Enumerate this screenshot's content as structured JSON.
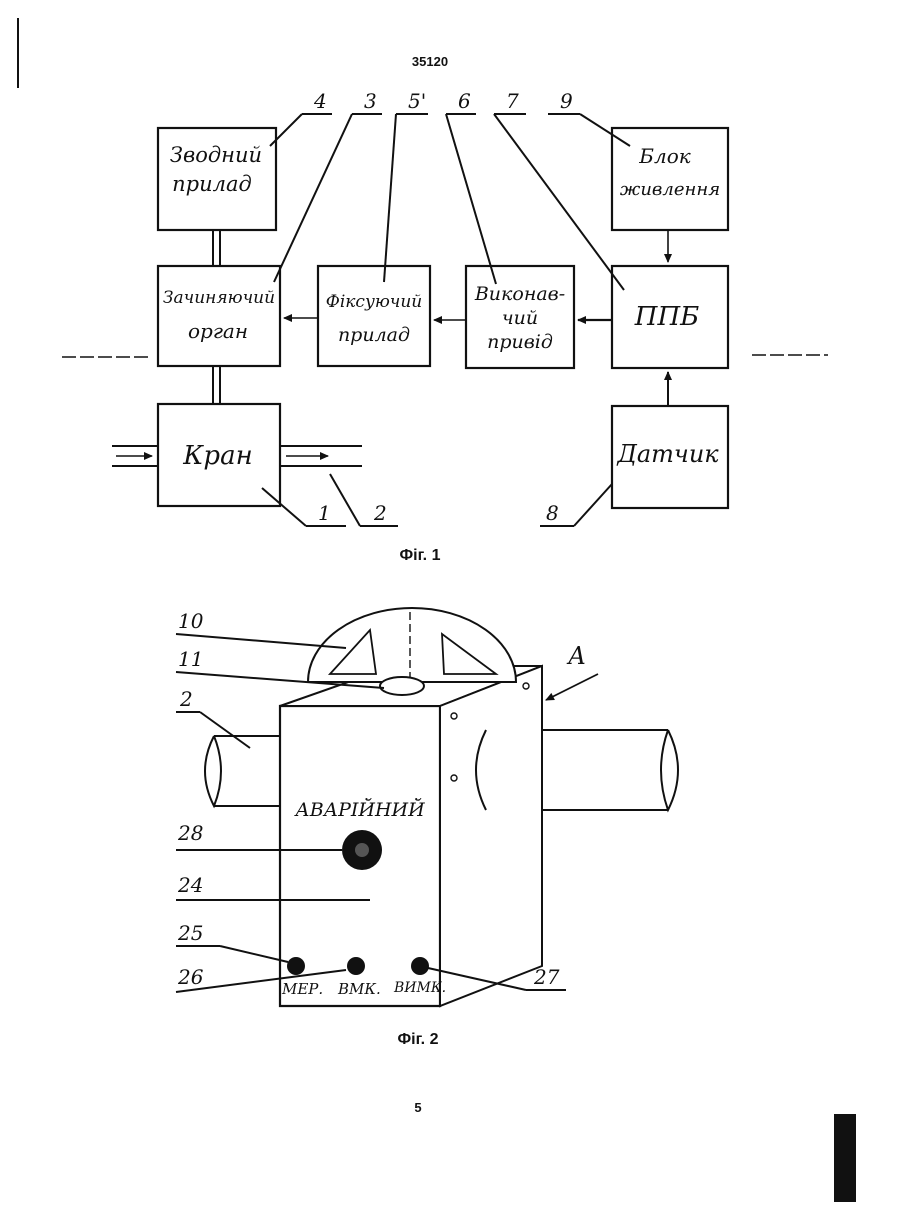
{
  "header": {
    "doc_number": "35120"
  },
  "fig1": {
    "caption": "Фіг. 1",
    "blocks": {
      "svodny": [
        "Зводний",
        "прилад"
      ],
      "zachin": [
        "Зачиняючий",
        "орган"
      ],
      "fiksuy": [
        "Фіксуючий",
        "прилад"
      ],
      "vykon": [
        "Виконав-",
        "чий",
        "привід"
      ],
      "blok": [
        "Блок",
        "живлення"
      ],
      "ppb": "ППБ",
      "datchyk": "Датчик",
      "kran": "Кран"
    },
    "refs": {
      "r4": "4",
      "r3": "3",
      "r5": "5'",
      "r6": "6",
      "r7": "7",
      "r9": "9",
      "r1": "1",
      "r2": "2",
      "r8": "8"
    }
  },
  "fig2": {
    "caption": "Фіг. 2",
    "panel_title": "АВАРІЙНИЙ",
    "view_label": "А",
    "buttons": {
      "b25": "МЕР.",
      "b26": "ВМК.",
      "b27": "ВИМК."
    },
    "refs": {
      "r10": "10",
      "r11": "11",
      "r2": "2",
      "r28": "28",
      "r24": "24",
      "r25": "25",
      "r26": "26",
      "r27": "27"
    }
  },
  "footer": {
    "page_number": "5"
  }
}
